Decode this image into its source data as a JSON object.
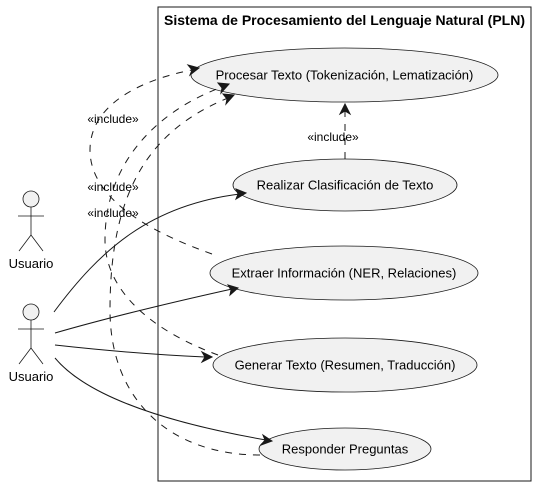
{
  "diagram": {
    "system_title": "Sistema de Procesamiento del Lenguaje Natural (PLN)",
    "actors": [
      {
        "id": "actor1",
        "label": "Usuario"
      },
      {
        "id": "actor2",
        "label": "Usuario"
      }
    ],
    "use_cases": [
      {
        "id": "uc-procesar",
        "label": "Procesar Texto (Tokenización, Lematización)"
      },
      {
        "id": "uc-clasificar",
        "label": "Realizar Clasificación de Texto"
      },
      {
        "id": "uc-extraer",
        "label": "Extraer Información (NER, Relaciones)"
      },
      {
        "id": "uc-generar",
        "label": "Generar Texto (Resumen, Traducción)"
      },
      {
        "id": "uc-responder",
        "label": "Responder Preguntas"
      }
    ],
    "include_label": "«include»"
  }
}
